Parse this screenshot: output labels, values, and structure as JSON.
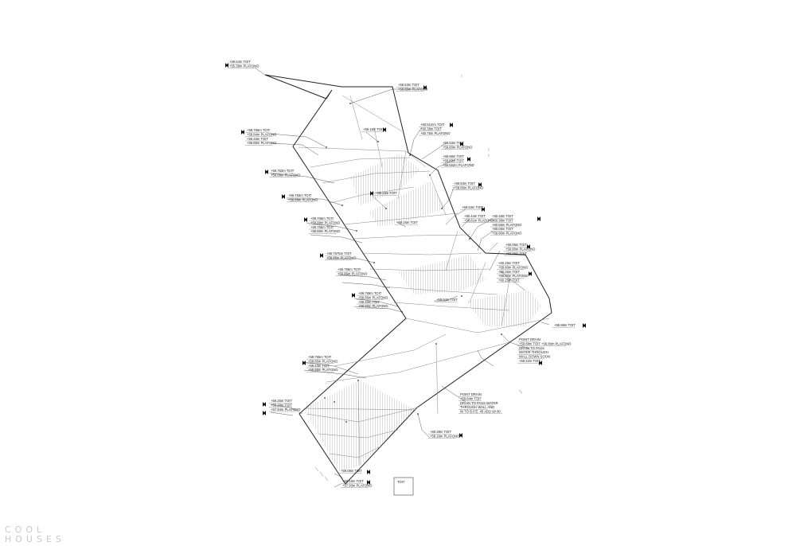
{
  "annotations": [
    {
      "id": "a1",
      "lines": [
        "+59.54m TOIT",
        "+55.38m PLAFOND"
      ]
    },
    {
      "id": "a2",
      "lines": [
        "+59.53m TOIT",
        "+58.85m PLAFOND"
      ]
    },
    {
      "id": "a3",
      "lines": [
        "+59.16m TOIT"
      ]
    },
    {
      "id": "a4",
      "lines": [
        "+60.51mm TOIT",
        "+60.38m TOIT",
        "+60.75m PLAFOND"
      ]
    },
    {
      "id": "a5",
      "lines": [
        "+59.63m TOIT",
        "+59.80m PLAFOND"
      ]
    },
    {
      "id": "a6",
      "lines": [
        "+59.98m TOIT",
        "+58.83m TOIT",
        "+59.552m PLAFOND"
      ]
    },
    {
      "id": "a7",
      "lines": [
        "+59.63m TOIT",
        "+58.85m PLAFOND"
      ]
    },
    {
      "id": "a8",
      "lines": [
        "+59.765m TOIT",
        "+58.84m PLAFOND",
        "+59.33m TOIT",
        "+58.86m PLAFOND"
      ]
    },
    {
      "id": "a9",
      "lines": [
        "+59.763m TOIT",
        "+58.88m PLAFOND"
      ]
    },
    {
      "id": "a10",
      "lines": [
        "+59.16m TOIT"
      ]
    },
    {
      "id": "a11",
      "lines": [
        "+59.763m TOIT",
        "+58.88m PLAFOND"
      ]
    },
    {
      "id": "a12",
      "lines": [
        "+59.16m TOIT"
      ]
    },
    {
      "id": "a13",
      "lines": [
        "+59.53m TOIT"
      ]
    },
    {
      "id": "a14",
      "lines": [
        "+60.44m TOIT",
        "+58.81m PLAFOND"
      ]
    },
    {
      "id": "a15",
      "lines": [
        "+60.48m TOIT",
        "+60.38m TOIT",
        "+60.56m PLAFOND",
        "+60.05m TOIT",
        "+59.80m PLAFOND"
      ]
    },
    {
      "id": "a16",
      "lines": [
        "+59.765m TOIT",
        "+58.88m PLAFOND",
        "+59.765m TOIT",
        "+58.88m PLAFOND"
      ]
    },
    {
      "id": "a17",
      "lines": [
        "+59.7675m TOIT",
        "+58.85m PLAFOND"
      ]
    },
    {
      "id": "a18",
      "lines": [
        "+60.05m TOIT",
        "+59.80m PLAFOND",
        "+60.05m TOIT"
      ]
    },
    {
      "id": "a19",
      "lines": [
        "+60.25m TOIT",
        "+58.80m PLAFOND",
        "+60.25m TOIT",
        "+59.80m PLAFOND",
        "+60.25m TOIT"
      ]
    },
    {
      "id": "a20",
      "lines": [
        "+59.765m TOIT",
        "+58.85m PLAFOND"
      ]
    },
    {
      "id": "a21",
      "lines": [
        "+59.765m TOIT",
        "+58.85m PLAFOND",
        "+59.33m TOIT",
        "+58.86m PLAFOND"
      ]
    },
    {
      "id": "a22",
      "lines": [
        "+59.64m TOIT"
      ]
    },
    {
      "id": "a23",
      "lines": [
        "+59.98m TOIT"
      ]
    },
    {
      "id": "a24",
      "lines": [
        "POINT DRAIN",
        "+59.88m TOIT +58.80m PLAFOND",
        "DRAIN TO PASS",
        "WATER THROUGH",
        "WALL DOWN SOON",
        "+59.22m TOIT"
      ]
    },
    {
      "id": "a25",
      "lines": [
        "+59.765m TOIT",
        "+58.85m PLAFOND",
        "+59.43m TOIT",
        "+58.86m PLAFOND"
      ]
    },
    {
      "id": "a26",
      "lines": [
        "POINT DRAIN",
        "+59.64m TOIT",
        "DRAIN TO PASS WATER",
        "THROUGH WALL AND",
        "IN TO B.P.E. 45 ADD 90 90"
      ]
    },
    {
      "id": "a27",
      "lines": [
        "+59.25m TOIT",
        "+59.18m TOIT",
        "+57.94m PLAFOND"
      ]
    },
    {
      "id": "a28",
      "lines": [
        "+59.38m TOIT",
        "+58.16m PLAFOND"
      ]
    },
    {
      "id": "a29",
      "lines": [
        "+59.09m TOIT"
      ]
    },
    {
      "id": "a30",
      "lines": [
        "+58.18m TOIT",
        "+57.93m PLAFOND"
      ]
    }
  ],
  "legend_box": {
    "label": "TOIT"
  },
  "watermark": {
    "line1": "COOL",
    "line2": "HOUSES"
  }
}
